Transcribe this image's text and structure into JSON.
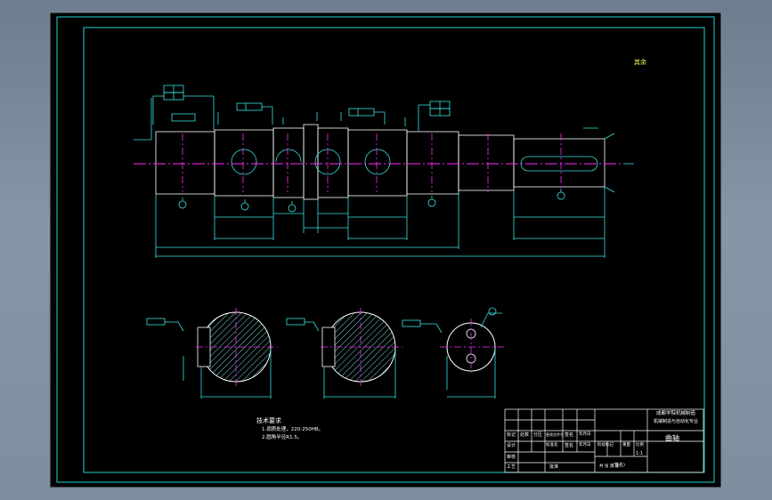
{
  "drawing": {
    "title_scale_note": "其余",
    "title": "曲轴",
    "university_line1": "成都学院机械制造",
    "university_line2": "机械制造与自动化专业",
    "scale": "1:1",
    "signature": "(签名)",
    "notes_heading": "技术要求",
    "notes": [
      "1.调质处理，220-250HB。",
      "2.圆角半径R1.5。"
    ],
    "table_labels": {
      "mark": "标记",
      "count": "处数",
      "zone": "分区",
      "change_doc": "更改文件号",
      "sign": "签名",
      "date": "年月日",
      "design": "设计",
      "standardize": "标准化",
      "stage_mark": "阶段标记",
      "weight": "重量",
      "ratio": "比例",
      "review": "审核",
      "process": "工艺",
      "approve": "批准",
      "sheet": "共 张 第 张"
    }
  },
  "colors": {
    "frame": "#1fd3d3",
    "sheet": "#000000",
    "lines": "#39e0e0",
    "centerline": "#ff2bff",
    "hatch": "#7ad7d7",
    "text": "#ffffff",
    "title_block": "#ffffff"
  }
}
